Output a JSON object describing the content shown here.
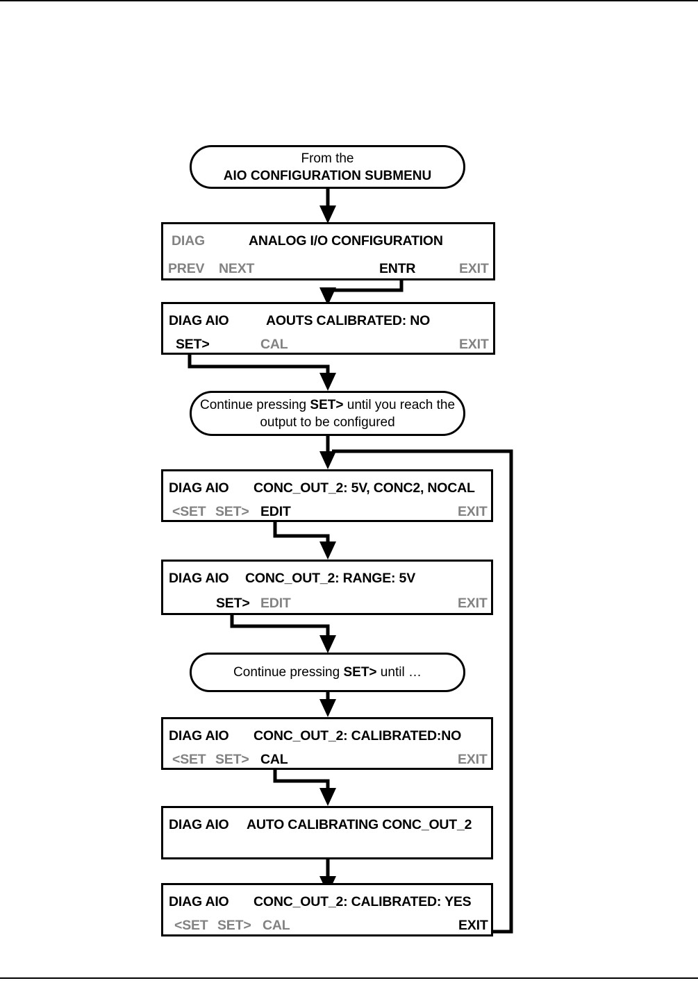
{
  "document": {
    "type": "flowchart",
    "title": "Analog I/O Configuration / Output Calibration Procedure",
    "top_rule": true,
    "bottom_rule": true
  },
  "terminators": [
    {
      "id": "start",
      "name": "from-aio-configuration-submenu",
      "lines": [
        {
          "text": "From the",
          "bold": false
        },
        {
          "text": "AIO CONFIGURATION SUBMENU",
          "bold": true
        }
      ]
    },
    {
      "id": "note-1",
      "name": "continue-pressing-set-note-1",
      "lines": [
        {
          "prefix": "Continue pressing ",
          "strong": "SET>",
          "suffix": " until you reach the"
        },
        {
          "text": "output to be configured",
          "bold": false
        }
      ]
    },
    {
      "id": "note-2",
      "name": "continue-pressing-set-note-2",
      "lines": [
        {
          "prefix": "Continue pressing ",
          "strong": "SET>",
          "suffix": " until …"
        }
      ]
    }
  ],
  "displays": [
    {
      "id": "d1",
      "name": "display-analog-io-configuration",
      "left_label": {
        "text": "DIAG",
        "style": "grey"
      },
      "title": {
        "text": "ANALOG I/O CONFIGURATION",
        "style": "bold"
      },
      "buttons": [
        {
          "text": "PREV",
          "style": "grey"
        },
        {
          "text": "NEXT",
          "style": "grey"
        },
        {
          "text": "ENTR",
          "style": "bold"
        },
        {
          "text": "EXIT",
          "style": "grey"
        }
      ]
    },
    {
      "id": "d2",
      "name": "display-aouts-calibrated-no",
      "left_label": {
        "text": "DIAG AIO",
        "style": "bold"
      },
      "title": {
        "text": "AOUTS CALIBRATED: NO",
        "style": "bold"
      },
      "buttons": [
        {
          "text": "SET>",
          "style": "bold"
        },
        {
          "text": "CAL",
          "style": "grey"
        },
        {
          "text": "EXIT",
          "style": "grey"
        }
      ]
    },
    {
      "id": "d3",
      "name": "display-conc-out-2-summary",
      "left_label": {
        "text": "DIAG AIO",
        "style": "bold"
      },
      "title": {
        "text": "CONC_OUT_2: 5V, CONC2, NOCAL",
        "style": "bold"
      },
      "buttons": [
        {
          "text": "<SET",
          "style": "grey"
        },
        {
          "text": "SET>",
          "style": "grey"
        },
        {
          "text": "EDIT",
          "style": "bold"
        },
        {
          "text": "EXIT",
          "style": "grey"
        }
      ]
    },
    {
      "id": "d4",
      "name": "display-conc-out-2-range",
      "left_label": {
        "text": "DIAG AIO",
        "style": "bold"
      },
      "title": {
        "text": "CONC_OUT_2: RANGE: 5V",
        "style": "bold"
      },
      "buttons": [
        {
          "text": "SET>",
          "style": "bold"
        },
        {
          "text": "EDIT",
          "style": "grey"
        },
        {
          "text": "EXIT",
          "style": "grey"
        }
      ]
    },
    {
      "id": "d5",
      "name": "display-conc-out-2-calibrated-no",
      "left_label": {
        "text": "DIAG AIO",
        "style": "bold"
      },
      "title": {
        "text": "CONC_OUT_2: CALIBRATED:NO",
        "style": "bold"
      },
      "buttons": [
        {
          "text": "<SET",
          "style": "grey"
        },
        {
          "text": "SET>",
          "style": "grey"
        },
        {
          "text": "CAL",
          "style": "bold"
        },
        {
          "text": "EXIT",
          "style": "grey"
        }
      ]
    },
    {
      "id": "d6",
      "name": "display-auto-calibrating-conc-out-2",
      "left_label": {
        "text": "DIAG AIO",
        "style": "bold"
      },
      "title": {
        "text": "AUTO CALIBRATING CONC_OUT_2",
        "style": "bold"
      },
      "buttons": []
    },
    {
      "id": "d7",
      "name": "display-conc-out-2-calibrated-yes",
      "left_label": {
        "text": "DIAG AIO",
        "style": "bold"
      },
      "title": {
        "text": "CONC_OUT_2: CALIBRATED: YES",
        "style": "bold"
      },
      "buttons": [
        {
          "text": "<SET",
          "style": "grey"
        },
        {
          "text": "SET>",
          "style": "grey"
        },
        {
          "text": "CAL",
          "style": "grey"
        },
        {
          "text": "EXIT",
          "style": "bold"
        }
      ]
    }
  ],
  "colors": {
    "ink": "#000000",
    "inactive": "#828282",
    "background": "#ffffff"
  }
}
